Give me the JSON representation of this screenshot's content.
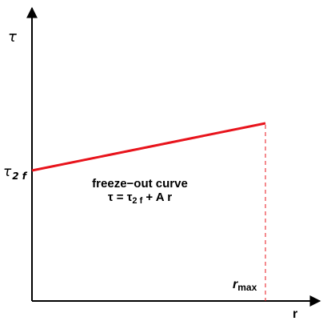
{
  "axes": {
    "y_label": "τ",
    "x_label": "r",
    "y_marker": {
      "symbol": "τ",
      "subscript": "2 f"
    },
    "x_marker": {
      "symbol": "r",
      "subscript": "max"
    }
  },
  "annotation": {
    "line1": "freeze−out curve",
    "line2_lhs": "τ = τ",
    "line2_sub": "2 f",
    "line2_rhs": " + A r"
  },
  "colors": {
    "curve": "#e8141c",
    "axes": "#000000",
    "guide": "#e8141c"
  }
}
